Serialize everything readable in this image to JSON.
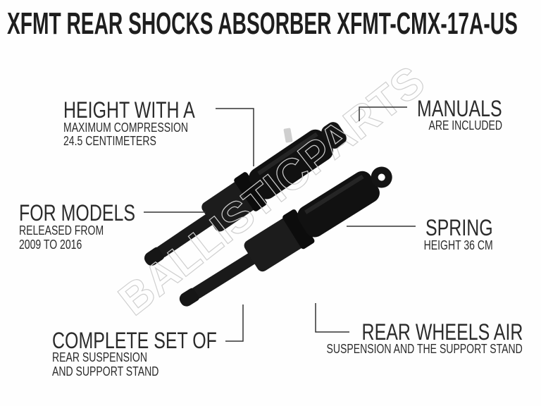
{
  "title": "XFMT REAR SHOCKS ABSORBER XFMT-CMX-17A-US",
  "watermark": "BALLISTICPARTS",
  "callouts": {
    "height": {
      "heading": "HEIGHT WITH A",
      "line1": "MAXIMUM COMPRESSION",
      "line2": "24.5 CENTIMETERS"
    },
    "manuals": {
      "heading": "MANUALS",
      "line1": "ARE INCLUDED"
    },
    "models": {
      "heading": "FOR MODELS",
      "line1": "RELEASED FROM",
      "line2": "2009 TO 2016"
    },
    "spring": {
      "heading": "SPRING",
      "line1": "HEIGHT 36 CM"
    },
    "set": {
      "heading": "COMPLETE SET OF",
      "line1": "REAR SUSPENSION",
      "line2": "AND SUPPORT STAND"
    },
    "wheels": {
      "heading": "REAR WHEELS AIR",
      "line1": "SUSPENSION AND THE SUPPORT STAND"
    }
  },
  "colors": {
    "text": "#2b2b2b",
    "product": "#111111"
  }
}
